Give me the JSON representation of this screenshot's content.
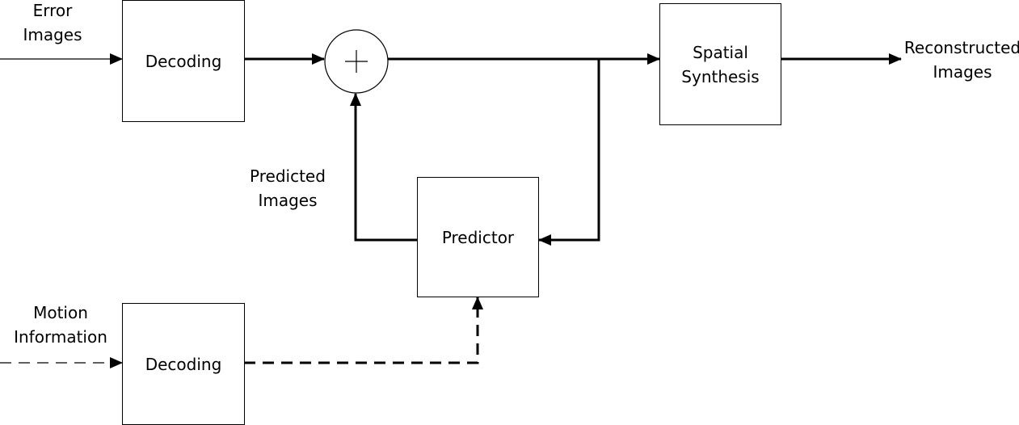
{
  "blocks": {
    "decoding_top": "Decoding",
    "decoding_bottom": "Decoding",
    "spatial_synthesis": [
      "Spatial",
      "Synthesis"
    ],
    "predictor": "Predictor"
  },
  "labels": {
    "error_images": [
      "Error",
      "Images"
    ],
    "motion_information": [
      "Motion",
      "Information"
    ],
    "predicted_images": [
      "Predicted",
      "Images"
    ],
    "reconstructed_images": [
      "Reconstructed",
      "Images"
    ]
  }
}
